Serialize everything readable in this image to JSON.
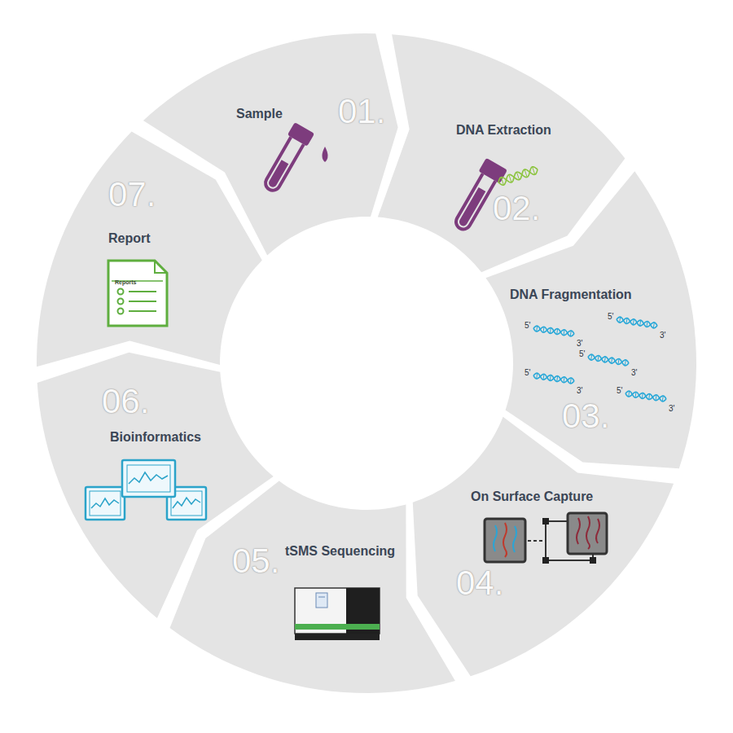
{
  "diagram": {
    "nodes": [
      {
        "text": [
          "Sample",
          "01."
        ]
      },
      {
        "text": [
          "DNA Extraction",
          "02."
        ]
      },
      {
        "text": [
          "DNA Fragmentation",
          "03."
        ]
      },
      {
        "text": [
          "On Surface Capture",
          "04."
        ]
      },
      {
        "text": [
          "tSMS Sequencing",
          "05."
        ]
      },
      {
        "text": [
          "Bioinformatics",
          "06."
        ]
      },
      {
        "text": [
          "Report",
          "07."
        ]
      }
    ],
    "labels": [
      "Reports",
      "5'",
      "3'",
      "5'",
      "3'",
      "5'",
      "3'",
      "5'",
      "3'",
      "5'",
      "3'"
    ]
  }
}
